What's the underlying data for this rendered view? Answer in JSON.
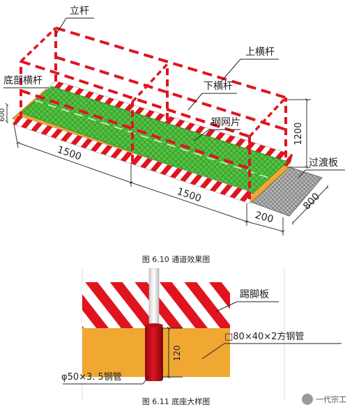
{
  "fig1": {
    "labels": {
      "upright": "立杆",
      "top_rail": "上横杆",
      "bottom_rail": "底部横杆",
      "lower_rail": "下横杆",
      "mesh": "钢网片",
      "transition": "过渡板"
    },
    "dims": {
      "h600": "600",
      "h1200": "1200",
      "l1500a": "1500",
      "l1500b": "1500",
      "l200": "200",
      "l800": "800"
    },
    "caption": "图 6.10 通道效果图"
  },
  "fig2": {
    "labels": {
      "toe_board": "踢脚板",
      "square_tube": "□80×40×2方钢管",
      "round_tube": "φ50×3. 5钢管"
    },
    "dims": {
      "h120": "120"
    },
    "caption": "图 6.11 底座大样图"
  },
  "watermark": {
    "text": "一代宗工"
  },
  "colors": {
    "red": "#e0141e",
    "white": "#ffffff",
    "mesh": "#4bb83a",
    "orange": "#f0a833",
    "dim": "#333333"
  }
}
